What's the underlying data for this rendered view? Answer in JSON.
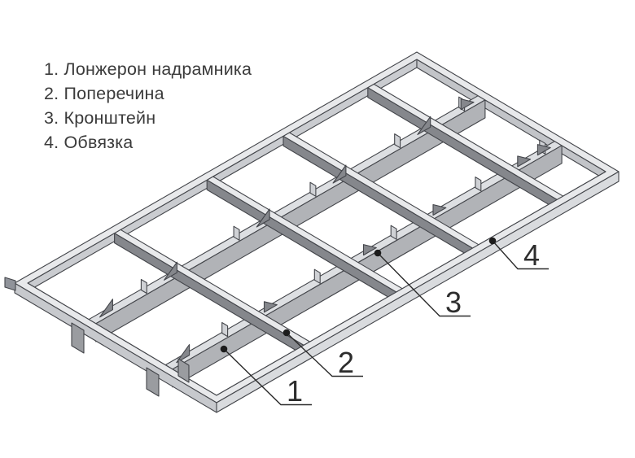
{
  "legend": {
    "items": [
      {
        "text": "1. Лонжерон надрамника"
      },
      {
        "text": "2. Поперечина"
      },
      {
        "text": "3. Кронштейн"
      },
      {
        "text": "4. Обвязка"
      }
    ]
  },
  "callouts": [
    {
      "number": "1",
      "label": "Лонжерон надрамника"
    },
    {
      "number": "2",
      "label": "Поперечина"
    },
    {
      "number": "3",
      "label": "Кронштейн"
    },
    {
      "number": "4",
      "label": "Обвязка"
    }
  ],
  "diagram": {
    "description": "Изометрический чертёж надрамника: обвязка по периметру, два лонжерона, поперечины, кронштейны",
    "colors": {
      "background": "#ffffff",
      "outline": "#43454a",
      "top_face": "#e8e9eb",
      "flange_face": "#dddfe2",
      "web_mid_gray": "#b1b3b7",
      "web_dark_gray": "#85878c",
      "side_face": "#d9dbde",
      "legend_text": "#3b3b3b",
      "leader_line": "#2a2a2a"
    }
  }
}
